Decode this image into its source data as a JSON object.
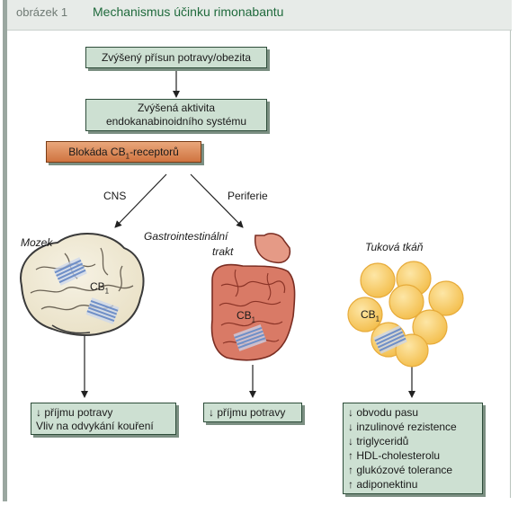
{
  "header": {
    "figure_label": "obrázek 1",
    "title": "Mechanismus účinku rimonabantu"
  },
  "flow": {
    "box1": "Zvýšený přísun potravy/obezita",
    "box2_line1": "Zvýšená aktivita",
    "box2_line2": "endokanabinoidního systému",
    "box3_text": "Blokáda CB",
    "box3_sub": "1",
    "box3_suffix": "-receptorů",
    "branch_left": "CNS",
    "branch_right": "Periferie"
  },
  "organs": {
    "brain_label": "Mozek",
    "gut_label_line1": "Gastrointestinální",
    "gut_label_line2": "trakt",
    "fat_label": "Tuková tkáň",
    "cb_text": "CB",
    "cb_sub": "1"
  },
  "results": {
    "brain": [
      "↓ příjmu potravy",
      "Vliv na odvykání kouření"
    ],
    "gut": [
      "↓ příjmu potravy"
    ],
    "fat": [
      "↓ obvodu pasu",
      "↓ inzulinové rezistence",
      "↓ triglyceridů",
      "↑ HDL-cholesterolu",
      "↑ glukózové tolerance",
      "↑ adiponektinu"
    ]
  },
  "colors": {
    "box_fill": "#cde0d2",
    "box_border": "#2e4d3a",
    "blockade_fill": "#d07440",
    "title_color": "#1f6a3c",
    "fat_fill": "#f8cd68",
    "gut_fill": "#d97a66",
    "brain_fill": "#f3eedf",
    "receptor_color": "#6f8fc7"
  }
}
